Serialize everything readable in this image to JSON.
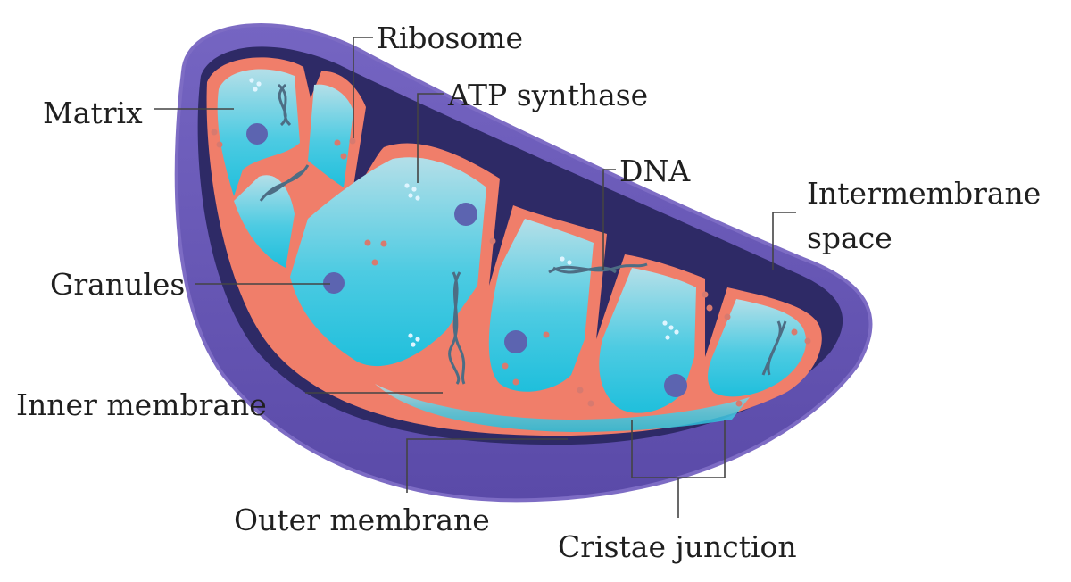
{
  "labels": {
    "ribosome": "Ribosome",
    "atp_synthase": "ATP synthase",
    "matrix": "Matrix",
    "dna": "DNA",
    "intermembrane_line1": "Intermembrane",
    "intermembrane_line2": "space",
    "granules": "Granules",
    "inner_membrane": "Inner membrane",
    "outer_membrane": "Outer membrane",
    "cristae_junction": "Cristae junction"
  },
  "colors": {
    "outer_membrane": "#6a58b5",
    "outer_membrane_rim": "#7d6cc4",
    "intermembrane_space": "#2e2a66",
    "inner_membrane": "#f07e6a",
    "matrix": "#29c4de",
    "matrix_light": "#a9dbe6",
    "granule": "#5c64b0",
    "dna": "#4d6d84",
    "ribosome": "#d77a6f",
    "atp_synthase": "#dff5ff"
  }
}
